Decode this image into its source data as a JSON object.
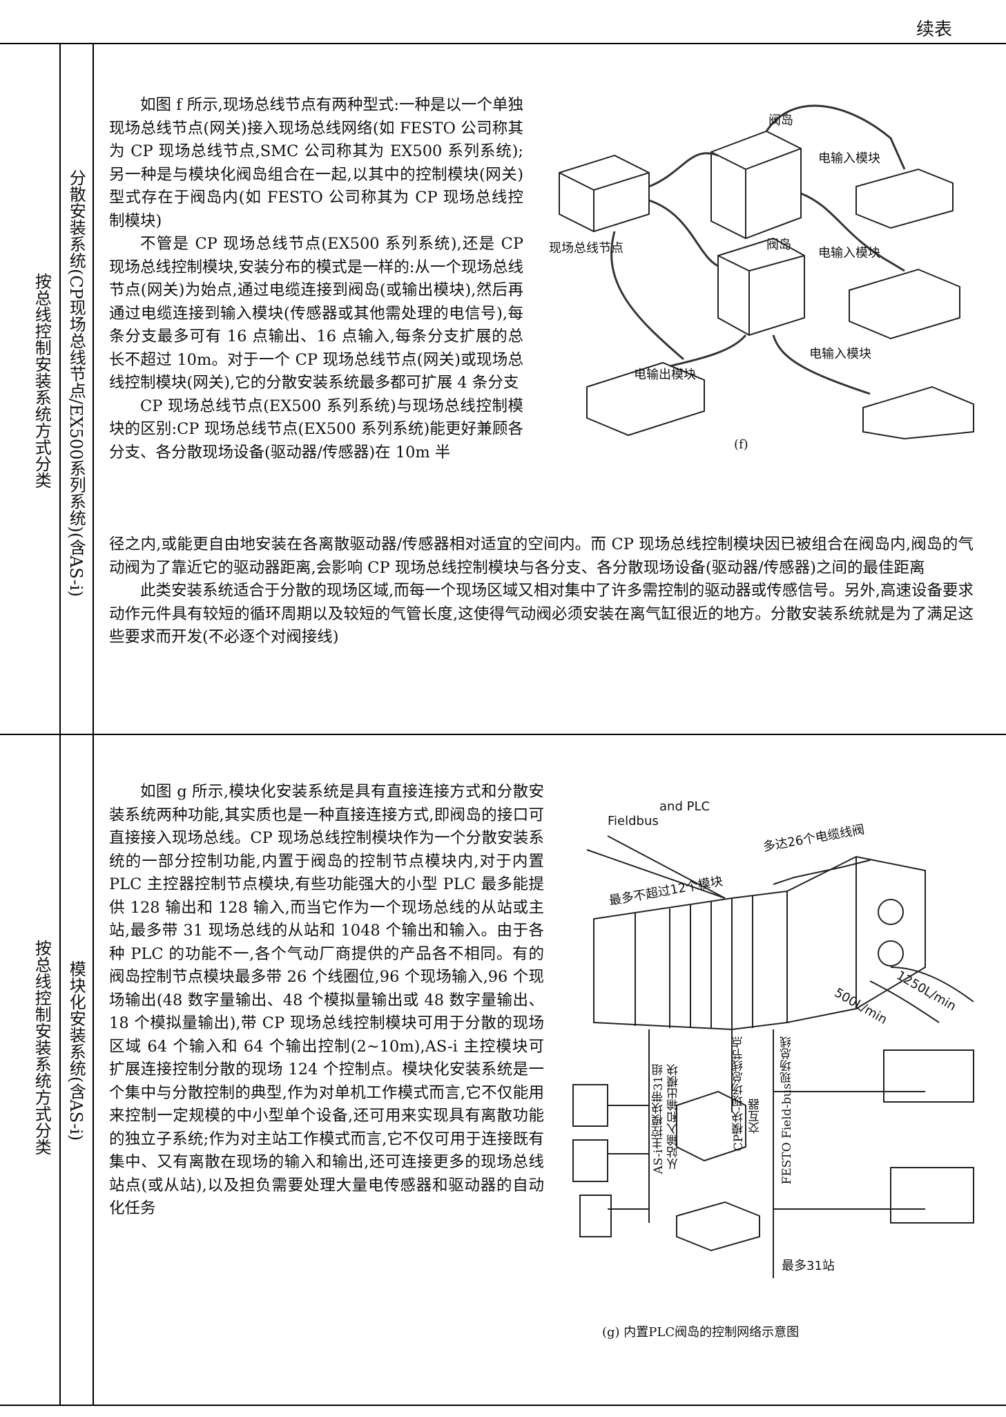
{
  "header": {
    "continued": "续表"
  },
  "section1": {
    "category": "按总线控制安装系统方式分类",
    "subcategory": "分散安装系统(CP现场总线节点/EX500系列系统)(含AS-i)",
    "paragraphs": [
      "如图 f 所示,现场总线节点有两种型式:一种是以一个单独现场总线节点(网关)接入现场总线网络(如 FESTO 公司称其为 CP 现场总线节点,SMC 公司称其为 EX500 系列系统);另一种是与模块化阀岛组合在一起,以其中的控制模块(网关)型式存在于阀岛内(如 FESTO 公司称其为 CP 现场总线控制模块)",
      "不管是 CP 现场总线节点(EX500 系列系统),还是 CP 现场总线控制模块,安装分布的模式是一样的:从一个现场总线节点(网关)为始点,通过电缆连接到阀岛(或输出模块),然后再通过电缆连接到输入模块(传感器或其他需处理的电信号),每条分支最多可有 16 点输出、16 点输入,每条分支扩展的总长不超过 10m。对于一个 CP 现场总线节点(网关)或现场总线控制模块(网关),它的分散安装系统最多都可扩展 4 条分支",
      "CP 现场总线节点(EX500 系列系统)与现场总线控制模块的区别:CP 现场总线节点(EX500 系列系统)能更好兼顾各分支、各分散现场设备(驱动器/传感器)在 10m 半"
    ],
    "paragraph_continued": "径之内,或能更自由地安装在各离散驱动器/传感器相对适宜的空间内。而 CP 现场总线控制模块因已被组合在阀岛内,阀岛的气动阀为了靠近它的驱动器距离,会影响 CP 现场总线控制模块与各分支、各分散现场设备(驱动器/传感器)之间的最佳距离",
    "paragraph_last": "此类安装系统适合于分散的现场区域,而每一个现场区域又相对集中了许多需控制的驱动器或传感信号。另外,高速设备要求动作元件具有较短的循环周期以及较短的气管长度,这使得气动阀必须安装在离气缸很近的地方。分散安装系统就是为了满足这些要求而开发(不必逐个对阀接线)",
    "figure_f": {
      "label_valve1": "阀岛",
      "label_input1": "电输入模块",
      "label_node": "现场总线节点",
      "label_valve2": "阀岛",
      "label_input2": "电输入模块",
      "label_input3": "电输入模块",
      "label_output": "电输出模块",
      "caption": "(f)"
    }
  },
  "section2": {
    "category": "按总线控制安装系统方式分类",
    "subcategory": "模块化安装系统(含AS-i)",
    "paragraph": "如图 g 所示,模块化安装系统是具有直接连接方式和分散安装系统两种功能,其实质也是一种直接连接方式,即阀岛的接口可直接接入现场总线。CP 现场总线控制模块作为一个分散安装系统的一部分控制功能,内置于阀岛的控制节点模块内,对于内置 PLC 主控器控制节点模块,有些功能强大的小型 PLC 最多能提供 128 输出和 128 输入,而当它作为一个现场总线的从站或主站,最多带 31 现场总线的从站和 1048 个输出和输入。由于各种 PLC 的功能不一,各个气动厂商提供的产品各不相同。有的阀岛控制节点模块最多带 26 个线圈位,96 个现场输入,96 个现场输出(48 数字量输出、48 个模拟量输出或 48 数字量输出、18 个模拟量输出),带 CP 现场总线控制模块可用于分散的现场区域 64 个输入和 64 个输出控制(2~10m),AS-i 主控模块可扩展连接控制分散的现场 124 个控制点。模块化安装系统是一个集中与分散控制的典型,作为对单机工作模式而言,它不仅能用来控制一定规模的中小型单个设备,还可用来实现具有离散功能的独立子系统;作为对主站工作模式而言,它不仅可用于连接既有集中、又有离散在现场的输入和输出,还可连接更多的现场总线站点(或从站),以及担负需要处理大量电传感器和驱动器的自动化任务",
    "figure_g": {
      "label_and_plc": "and PLC",
      "label_fieldbus": "Fieldbus",
      "label_26": "多达26个电缆线阀",
      "label_12": "最多不超过12个模块",
      "label_500": "500L/min",
      "label_1250": "1250L/min",
      "label_asi_1": "AS-i主控模块带31组",
      "label_asi_2": "从站输入和输出模块",
      "label_cp_1": "CP模块-现场总线节点",
      "label_cp_2": "交互器",
      "label_festo": "FESTO Field-bus现场总线",
      "label_31": "最多31站",
      "caption": "(g) 内置PLC阀岛的控制网络示意图"
    }
  }
}
